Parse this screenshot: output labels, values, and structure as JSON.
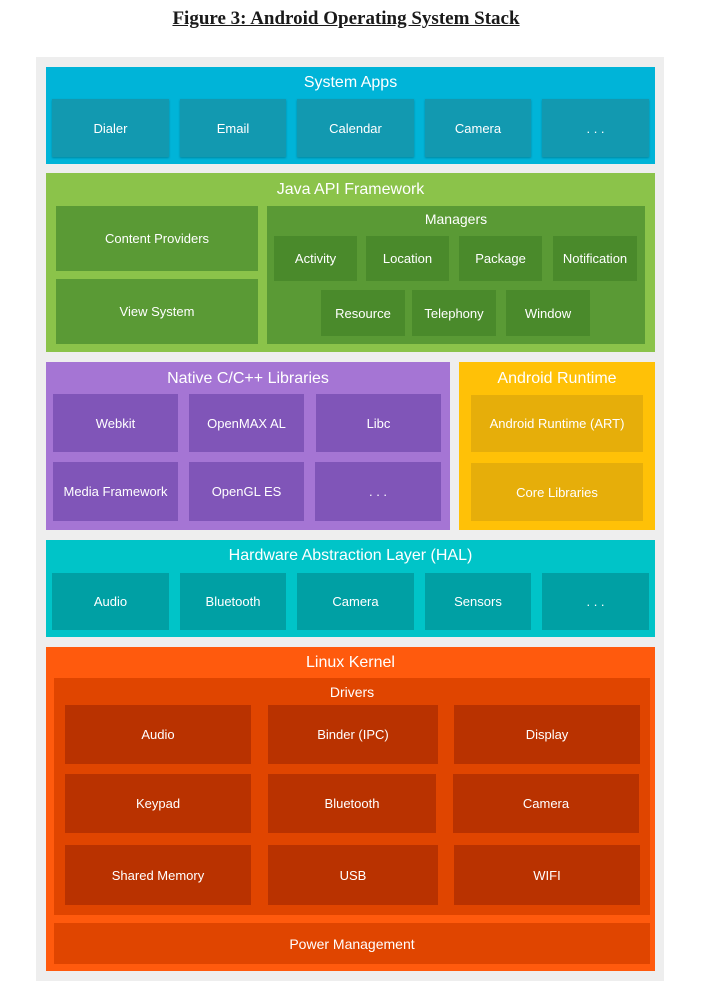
{
  "caption": "Figure 3: Android Operating System Stack",
  "system_apps": {
    "title": "System Apps",
    "items": [
      "Dialer",
      "Email",
      "Calendar",
      "Camera",
      ". . ."
    ]
  },
  "java_api": {
    "title": "Java API Framework",
    "left_items": [
      "Content Providers",
      "View System"
    ],
    "managers_title": "Managers",
    "managers_row1": [
      "Activity",
      "Location",
      "Package",
      "Notification"
    ],
    "managers_row2": [
      "Resource",
      "Telephony",
      "Window"
    ]
  },
  "native_libs": {
    "title": "Native C/C++ Libraries",
    "items": [
      "Webkit",
      "OpenMAX AL",
      "Libc",
      "Media Framework",
      "OpenGL ES",
      ". . ."
    ]
  },
  "android_runtime": {
    "title": "Android Runtime",
    "items": [
      "Android Runtime (ART)",
      "Core Libraries"
    ]
  },
  "hal": {
    "title": "Hardware Abstraction Layer (HAL)",
    "items": [
      "Audio",
      "Bluetooth",
      "Camera",
      "Sensors",
      ". . ."
    ]
  },
  "linux_kernel": {
    "title": "Linux Kernel",
    "drivers_title": "Drivers",
    "drivers": [
      "Audio",
      "Binder (IPC)",
      "Display",
      "Keypad",
      "Bluetooth",
      "Camera",
      "Shared Memory",
      "USB",
      "WIFI"
    ],
    "power": "Power Management"
  },
  "colors": {
    "system_apps": "#00b4d8",
    "java_api": "#8bc34a",
    "native_libs": "#a575d4",
    "android_runtime": "#ffc107",
    "hal": "#00c4c8",
    "linux_kernel": "#ff5a0d"
  }
}
